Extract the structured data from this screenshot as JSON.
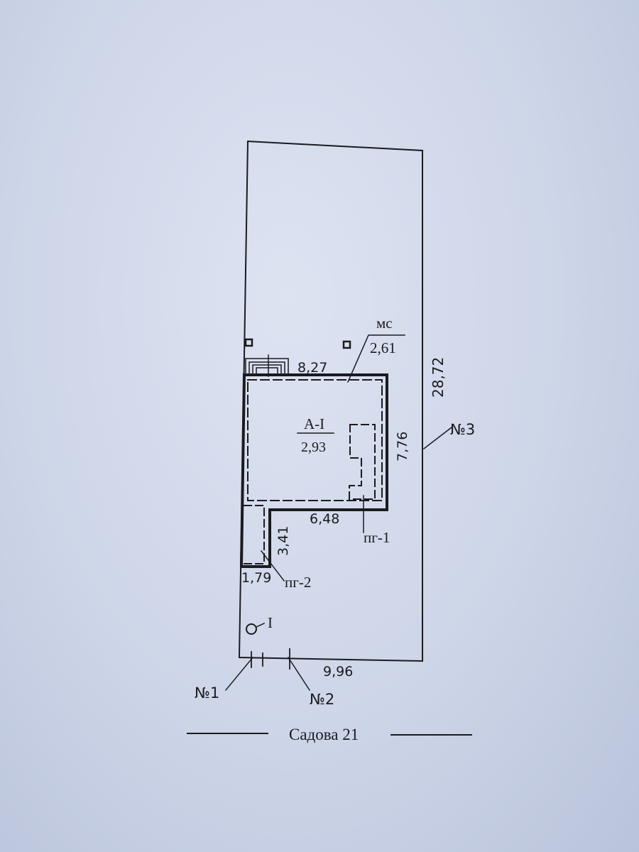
{
  "plan": {
    "ink_color": "#1b1b1f",
    "paper_color": "#cdd5e8",
    "labels": {
      "parcel_width": "9,96",
      "parcel_length": "28,72",
      "building_name": "А-I",
      "building_height": "2,93",
      "building_top_side": "8,27",
      "building_right_side": "7,76",
      "building_bottom_side": "6,48",
      "wall_material": "мс",
      "wall_height": "2,61",
      "annex_height_side": "3,41",
      "annex_width_side": "1,79",
      "cellar_1": "пг-1",
      "cellar_2": "пг-2",
      "point_1": "№1",
      "point_2": "№2",
      "point_3": "№3",
      "well_label": "I",
      "street": "Садова 21"
    }
  }
}
